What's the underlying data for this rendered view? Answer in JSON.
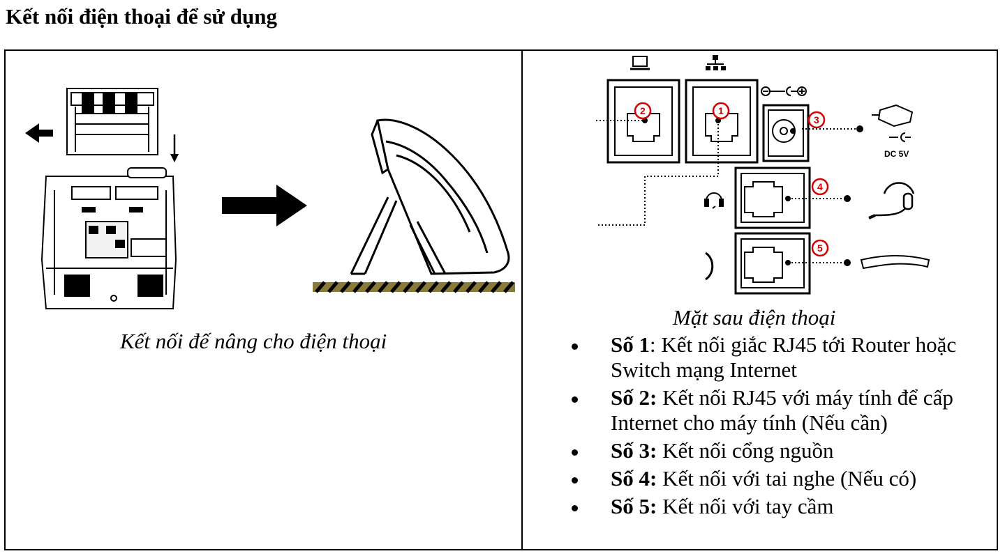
{
  "heading": "Kết nối điện thoại để sử dụng",
  "left": {
    "caption": "Kết nối đế nâng cho điện thoại"
  },
  "right": {
    "caption": "Mặt sau điện thoại",
    "power_label": "DC 5V",
    "port_numbers": [
      "1",
      "2",
      "3",
      "4",
      "5"
    ],
    "items": [
      {
        "label": "Số 1",
        "sep": ": ",
        "text": "Kết nối giắc RJ45 tới Router hoặc Switch mạng Internet"
      },
      {
        "label": "Số 2:",
        "sep": " ",
        "text": "Kết nối RJ45 với máy tính để cấp Internet cho máy tính (Nếu cần)"
      },
      {
        "label": "Số 3:",
        "sep": " ",
        "text": "Kết nối cổng nguồn"
      },
      {
        "label": "Số 4:",
        "sep": " ",
        "text": "Kết nối với tai nghe (Nếu có)"
      },
      {
        "label": "Số 5:",
        "sep": " ",
        "text": "Kết nối với tay cầm"
      }
    ]
  }
}
